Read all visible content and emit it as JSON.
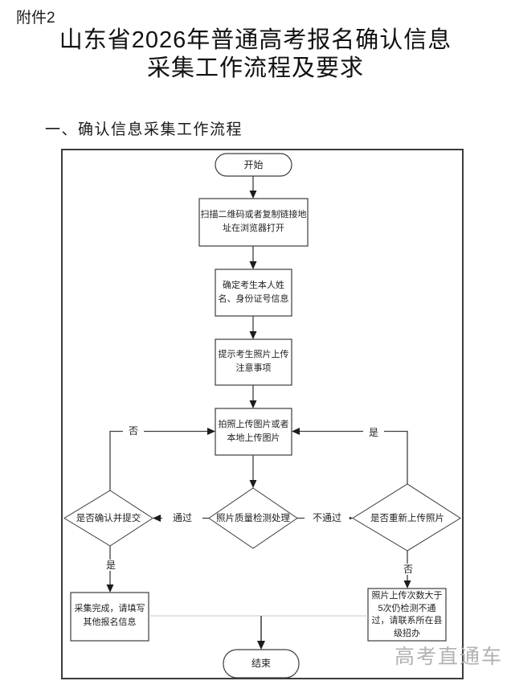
{
  "page": {
    "attachment_label": "附件2",
    "title_line1": "山东省2026年普通高考报名确认信息",
    "title_line2": "采集工作流程及要求",
    "section_heading": "一、确认信息采集工作流程",
    "watermark": "高考直通车"
  },
  "flowchart": {
    "start": "开始",
    "end": "结束",
    "steps": {
      "scan": "扫描二维码或者复制链接地\n址在浏览器打开",
      "confirm_identity": "确定考生本人姓\n名、身份证号信息",
      "photo_tips": "提示考生照片上传\n注意事项",
      "upload": "拍照上传图片或者\n本地上传图片",
      "quality_check": "照片质量检测处理",
      "confirm_submit": "是否确认并提交",
      "reupload": "是否重新上传照片",
      "complete": "采集完成，请填写\n其他报名信息",
      "contact": "照片上传次数大于\n5次仍检测不通\n过，请联系所在县\n级招办"
    },
    "labels": {
      "pass": "通过",
      "fail": "不通过",
      "no_top_left": "否",
      "yes_top_right": "是",
      "yes_bottom_left": "是",
      "no_bottom_right": "否"
    },
    "colors": {
      "line": "#404040",
      "border": "#3c3c3c",
      "light_connector": "#c9c9c9",
      "watermark": "#b2b2b2"
    }
  }
}
